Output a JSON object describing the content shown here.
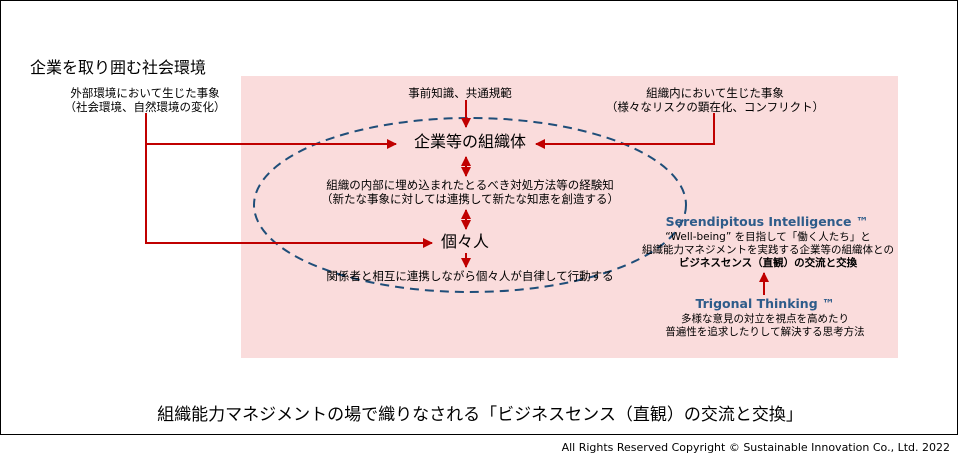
{
  "environment": {
    "title": "企業を取り囲む社会環境",
    "external_events": [
      "外部環境において生じた事象",
      "（社会環境、自然環境の変化）"
    ]
  },
  "prerequisite": "事前知識、共通規範",
  "internal_events": [
    "組織内において生じた事象",
    "（様々なリスクの顕在化、コンフリクト）"
  ],
  "organization": "企業等の組織体",
  "knowledge": [
    "組織の内部に埋め込まれたとるべき対処方法等の経験知",
    "（新たな事象に対しては連携して新たな知恵を創造する）"
  ],
  "individual": "個々人",
  "autonomy": "関係者と相互に連携しながら個々人が自律して行動する",
  "serendipitous": {
    "title": "Serendipitous Intelligence ™",
    "lines": [
      "“Well-being” を目指して「働く人たち」と",
      "組織能力マネジメントを実践する企業等の組織体との"
    ],
    "last_bold": "ビジネスセンス（直観）",
    "last_rest": "の交流と交換"
  },
  "trigonal": {
    "title": "Trigonal Thinking ™",
    "lines": [
      "多様な意見の対立を視点を高めたり",
      "普遍性を追求したりして解決する思考方法"
    ]
  },
  "caption": "組織能力マネジメントの場で織りなされる「ビジネスセンス（直観）の交流と交換」",
  "copyright": "All Rights Reserved Copyright © Sustainable Innovation Co., Ltd.  2022",
  "colors": {
    "arrow": "#c00000",
    "ellipse": "#1f4e79",
    "highlight_box": "#fadcdc",
    "accent_title": "#2e5c8a"
  },
  "icons": [
    "arrow-right",
    "arrow-left",
    "arrow-down",
    "arrow-up",
    "double-arrow-vertical"
  ]
}
